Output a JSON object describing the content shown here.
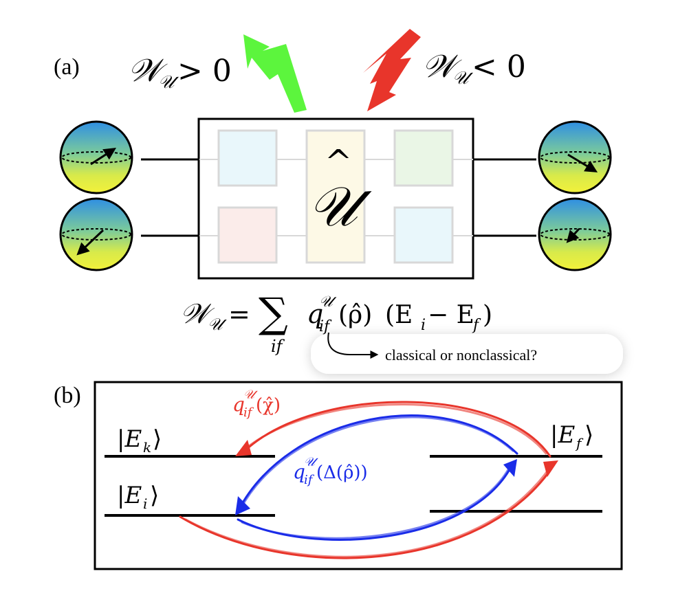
{
  "panel_a": {
    "label": "(a)",
    "work_positive": {
      "symbol": "𝒲",
      "sub": "𝒰",
      "relation": " > 0",
      "arrow_color": "#5cf53d"
    },
    "work_negative": {
      "symbol": "𝒲",
      "sub": "𝒰",
      "relation": " < 0",
      "arrow_color": "#e8352b"
    },
    "unitary": {
      "hat": "^",
      "symbol": "𝒰"
    },
    "gate_colors": [
      "#e9f7fb",
      "#fbecea",
      "#eaf6e6",
      "#e9f7fb",
      "#fdf9e6"
    ],
    "formula": {
      "lhs_symbol": "𝒲",
      "lhs_sub": "𝒰",
      "equals": "=",
      "sum": "∑",
      "sum_sub": "if",
      "q": "q",
      "q_sup": "𝒰",
      "q_sub": "if",
      "q_arg": "(ρ̂)",
      "energy_term": "(E",
      "energy_i": "i",
      "minus": " − E",
      "energy_f": "f",
      "close": ")"
    },
    "question": "classical or nonclassical?"
  },
  "panel_b": {
    "label": "(b)",
    "levels": {
      "Ek": {
        "E": "|E",
        "sub": "k",
        "ket": "⟩"
      },
      "Ei": {
        "E": "|E",
        "sub": "i",
        "ket": "⟩"
      },
      "Ef": {
        "E": "|E",
        "sub": "f",
        "ket": "⟩"
      }
    },
    "red_label": {
      "q": "q",
      "sup": "𝒰",
      "sub": "if",
      "arg": "(χ̂)",
      "color": "#e8352b"
    },
    "blue_label": {
      "q": "q",
      "sup": "𝒰",
      "sub": "if",
      "arg": "(Δ(ρ̂))",
      "color": "#1a2ce8"
    }
  },
  "icons": {
    "bloch": "bloch-sphere-icon",
    "lightning": "lightning-arrow-icon"
  },
  "colors": {
    "sphere_top": "#3a9be0",
    "sphere_bottom": "#f2f03a",
    "line": "#000000"
  }
}
